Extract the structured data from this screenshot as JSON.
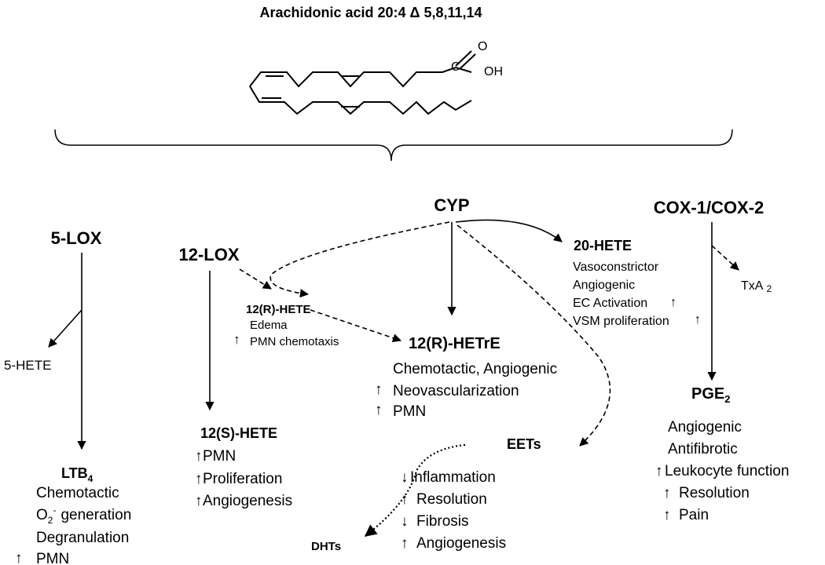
{
  "title": "Arachidonic acid 20:4 Δ 5,8,11,14",
  "molecule": {
    "carbonyl_o": "O",
    "carbon": "C",
    "hydroxyl": "OH"
  },
  "enzymes": {
    "lox5": "5-LOX",
    "lox12": "12-LOX",
    "cyp": "CYP",
    "cox": "COX-1/COX-2"
  },
  "up_arrow": "↑",
  "down_arrow": "↓",
  "hete5": "5-HETE",
  "ltb4": {
    "name": "LTB",
    "sub": "4",
    "effects": [
      "Chemotactic",
      "generation",
      "Degranulation",
      "PMN"
    ],
    "o2": "O",
    "o2_sub": "2",
    "o2_sup": "-"
  },
  "hete12s": {
    "name": "12(S)-HETE",
    "effects": [
      "PMN",
      "Proliferation",
      "Angiogenesis"
    ]
  },
  "hete12r": {
    "name": "12(R)-HETE",
    "effects": [
      "Edema",
      "PMN chemotaxis"
    ]
  },
  "hetre12r": {
    "name": "12(R)-HETrE",
    "effects": [
      "Chemotactic, Angiogenic",
      "Neovascularization",
      "PMN"
    ]
  },
  "hete20": {
    "name": "20-HETE",
    "effects": [
      "Vasoconstrictor",
      "Angiogenic",
      "EC Activation",
      "VSM proliferation"
    ]
  },
  "txa2": {
    "name": "TxA",
    "sub": "2"
  },
  "pge2": {
    "name": "PGE",
    "sub": "2",
    "effects": [
      "Angiogenic",
      "Antifibrotic",
      "Leukocyte function",
      "Resolution",
      "Pain"
    ]
  },
  "eets": {
    "name": "EETs",
    "effects": [
      "Inflammation",
      "Resolution",
      "Fibrosis",
      "Angiogenesis"
    ]
  },
  "dhts": "DHTs"
}
